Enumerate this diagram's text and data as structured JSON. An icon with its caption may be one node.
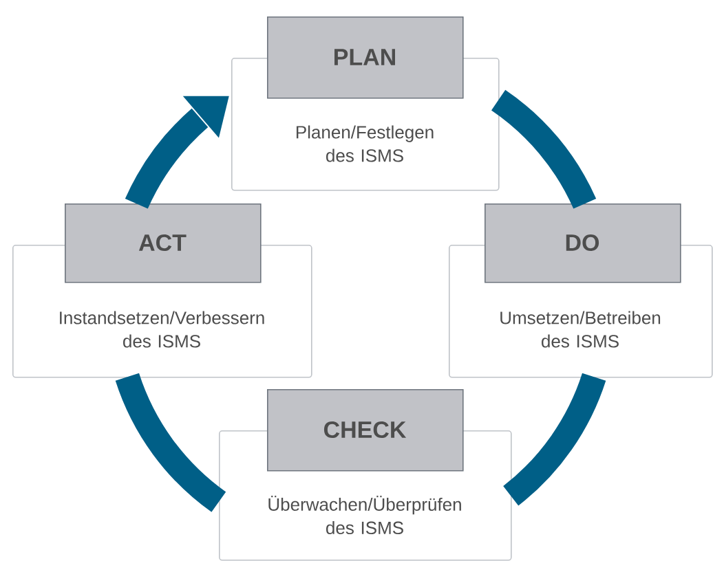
{
  "diagram": {
    "nodes": [
      {
        "text": [
          "PLAN",
          "Planen/Festlegen des ISMS"
        ]
      },
      {
        "text": [
          "DO",
          "Umsetzen/Betreiben des ISMS"
        ]
      },
      {
        "text": [
          "CHECK",
          "Überwachen/Überprüfen des ISMS"
        ]
      },
      {
        "text": [
          "ACT",
          "Instandsetzen/Verbessern des ISMS"
        ]
      }
    ],
    "edges": [
      {
        "from": 0,
        "to": 1,
        "arrow": "none"
      },
      {
        "from": 1,
        "to": 2,
        "arrow": "none"
      },
      {
        "from": 2,
        "to": 3,
        "arrow": "none"
      },
      {
        "from": 3,
        "to": 0,
        "arrow": "to"
      }
    ]
  }
}
